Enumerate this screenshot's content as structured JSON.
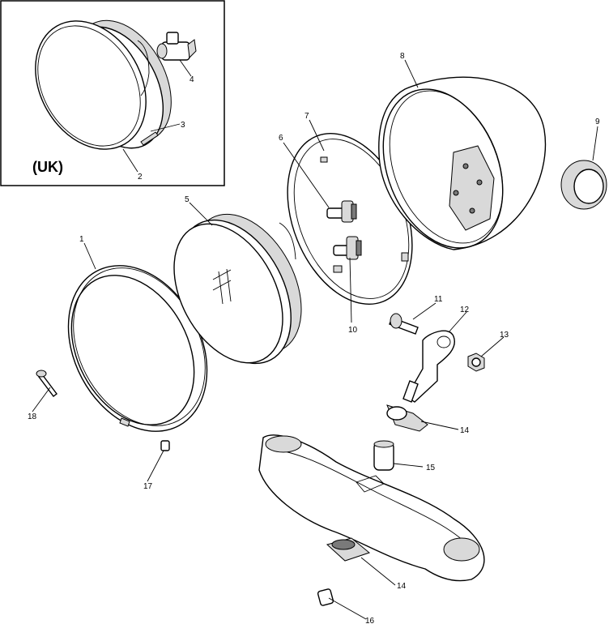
{
  "inset": {
    "label": "(UK)"
  },
  "callouts": [
    {
      "id": "c1",
      "text": "1"
    },
    {
      "id": "c2",
      "text": "2"
    },
    {
      "id": "c3",
      "text": "3"
    },
    {
      "id": "c4",
      "text": "4"
    },
    {
      "id": "c5",
      "text": "5"
    },
    {
      "id": "c6",
      "text": "6"
    },
    {
      "id": "c7",
      "text": "7"
    },
    {
      "id": "c8",
      "text": "8"
    },
    {
      "id": "c9",
      "text": "9"
    },
    {
      "id": "c10",
      "text": "10"
    },
    {
      "id": "c11",
      "text": "11"
    },
    {
      "id": "c12",
      "text": "12"
    },
    {
      "id": "c13",
      "text": "13"
    },
    {
      "id": "c14a",
      "text": "14"
    },
    {
      "id": "c14b",
      "text": "14"
    },
    {
      "id": "c15",
      "text": "15"
    },
    {
      "id": "c16",
      "text": "16"
    },
    {
      "id": "c17",
      "text": "17"
    },
    {
      "id": "c18",
      "text": "18"
    }
  ]
}
